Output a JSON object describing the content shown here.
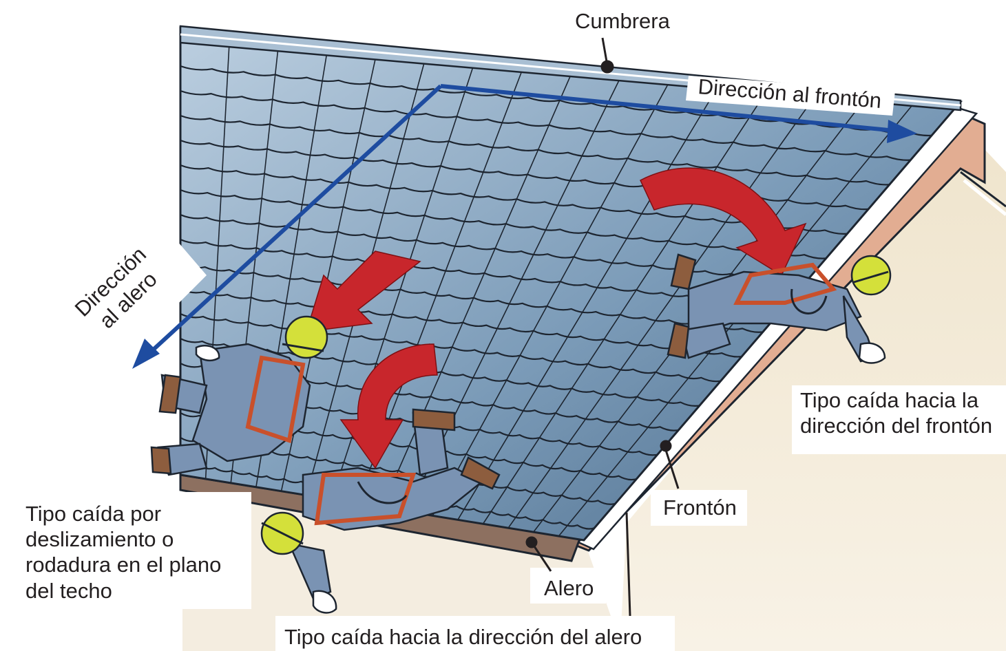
{
  "labels": {
    "ridge": "Cumbrera",
    "toward_gable": "Dirección al frontón",
    "toward_eave": "Dirección\nal alero",
    "gable_fall_type": "Tipo caída hacia la\n dirección del frontón",
    "gable": "Frontón",
    "slide_fall_type": "Tipo caída por\ndeslizamiento o\nrodadura en el  plano\ndel techo",
    "eave": "Alero",
    "eave_fall_type": "Tipo caída hacia la dirección del alero"
  },
  "colors": {
    "roof_tile": "#7b9bb8",
    "tile_outline": "#1d2530",
    "gable_wall": "#e2ad92",
    "house_wall": "#efe4cc",
    "direction_arrow": "#1e4ca0",
    "fall_arrow": "#c8262c",
    "helmet": "#d4e03a",
    "suit": "#7a93b3",
    "harness": "#c9502b"
  }
}
